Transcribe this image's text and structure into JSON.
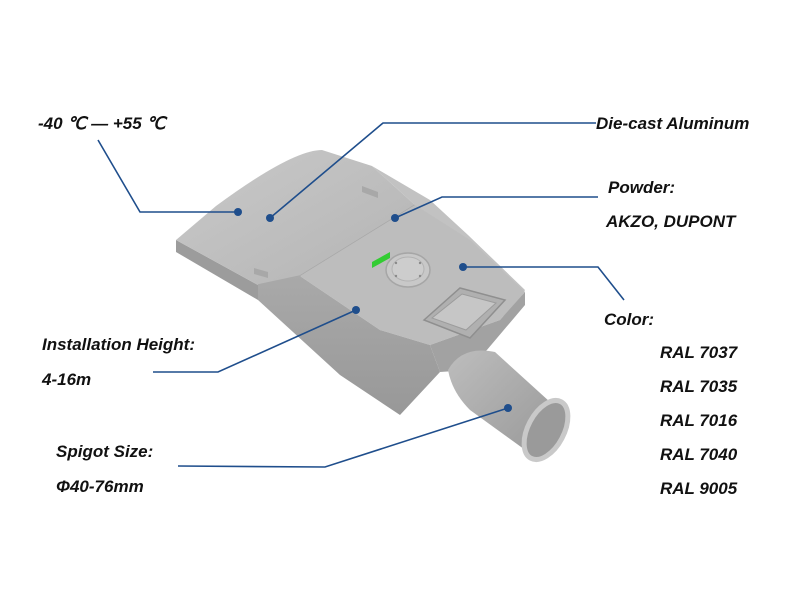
{
  "labels": {
    "temperature": "-40 ℃ — +55 ℃",
    "material": "Die-cast Aluminum",
    "powder_title": "Powder:",
    "powder_value": "AKZO, DUPONT",
    "color_title": "Color:",
    "color_values": [
      "RAL 7037",
      "RAL 7035",
      "RAL 7016",
      "RAL 7040",
      "RAL 9005"
    ],
    "installation_title": "Installation Height:",
    "installation_value": "4-16m",
    "spigot_title": "Spigot Size:",
    "spigot_value": "Φ40-76mm"
  },
  "colors": {
    "leader_line": "#1f4e8c",
    "housing": "#b7b7b7",
    "indicator": "#33cc33"
  },
  "icons": {
    "product": "street-light-housing"
  }
}
